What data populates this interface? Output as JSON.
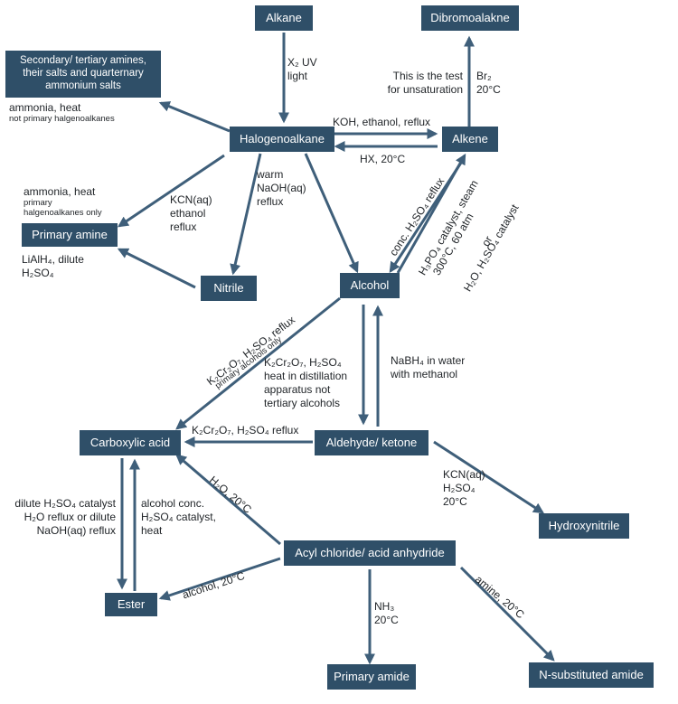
{
  "nodes": {
    "alkane": "Alkane",
    "dibromoalkane": "Dibromoalakne",
    "amines_salts": "Secondary/ tertiary amines, their salts and quarternary ammonium salts",
    "halogenoalkane": "Halogenoalkane",
    "alkene": "Alkene",
    "primary_amine": "Primary amine",
    "nitrile": "Nitrile",
    "alcohol": "Alcohol",
    "carboxylic_acid": "Carboxylic acid",
    "aldehyde_ketone": "Aldehyde/ ketone",
    "hydroxynitrile": "Hydroxynitrile",
    "acyl_chloride": "Acyl chloride/ acid anhydride",
    "ester": "Ester",
    "primary_amide": "Primary amide",
    "n_sub_amide": "N-substituted amide"
  },
  "labels": {
    "x2_uv": "X₂ UV",
    "light": "light",
    "unsat_1": "This is the test",
    "unsat_2": "for unsaturation",
    "br2": "Br₂",
    "br2_temp": "20°C",
    "ammonia_heat_1": "ammonia, heat",
    "not_primary": "not primary halgenoalkanes",
    "koh": "KOH, ethanol, reflux",
    "hx": "HX, 20°C",
    "ammonia_heat_2": "ammonia, heat",
    "primary_only_1": "primary",
    "primary_only_2": "halgenoalkanes only",
    "kcn_1": "KCN(aq)",
    "kcn_2": "ethanol",
    "kcn_3": "reflux",
    "naoh_1": "warm",
    "naoh_2": "NaOH(aq)",
    "naoh_3": "reflux",
    "lialh4_1": "LiAlH₄, dilute",
    "lialh4_2": "H₂SO₄",
    "conc_h2so4": "conc. H₂SO₄ reflux",
    "h3po4_1": "H₃PO₄ catalyst, steam",
    "h3po4_2": "300°C, 60 atm",
    "h3po4_3": "or",
    "h3po4_4": "H₂O, H₂SO₄ catalyst",
    "k2cr_reflux": "K₂Cr₂O₇, H₂SO₄ reflux",
    "primary_alcohols": "primary alcohols only",
    "k2cr_dist_1": "K₂Cr₂O₇, H₂SO₄",
    "k2cr_dist_2": "heat in distillation",
    "k2cr_dist_3": "apparatus not",
    "k2cr_dist_4": "tertiary alcohols",
    "nabh4_1": "NaBH₄ in water",
    "nabh4_2": "with methanol",
    "k2cr_reflux_2": "K₂Cr₂O₇, H₂SO₄ reflux",
    "kcn_hcn_1": "KCN(aq)",
    "kcn_hcn_2": "H₂SO₄",
    "kcn_hcn_3": "20°C",
    "h2o_20": "H₂O, 20°C",
    "hydrolysis_1": "dilute H₂SO₄ catalyst",
    "hydrolysis_2": "H₂O reflux or dilute",
    "hydrolysis_3": "NaOH(aq) reflux",
    "ester_1": "alcohol conc.",
    "ester_2": "H₂SO₄ catalyst,",
    "ester_3": "heat",
    "alcohol_20": "alcohol, 20°C",
    "nh3_1": "NH₃",
    "nh3_2": "20°C",
    "amine_20": "amine, 20°C"
  },
  "colors": {
    "node": "#2f4f68",
    "arrow": "#3f5f7a",
    "text": "#1f2327"
  }
}
